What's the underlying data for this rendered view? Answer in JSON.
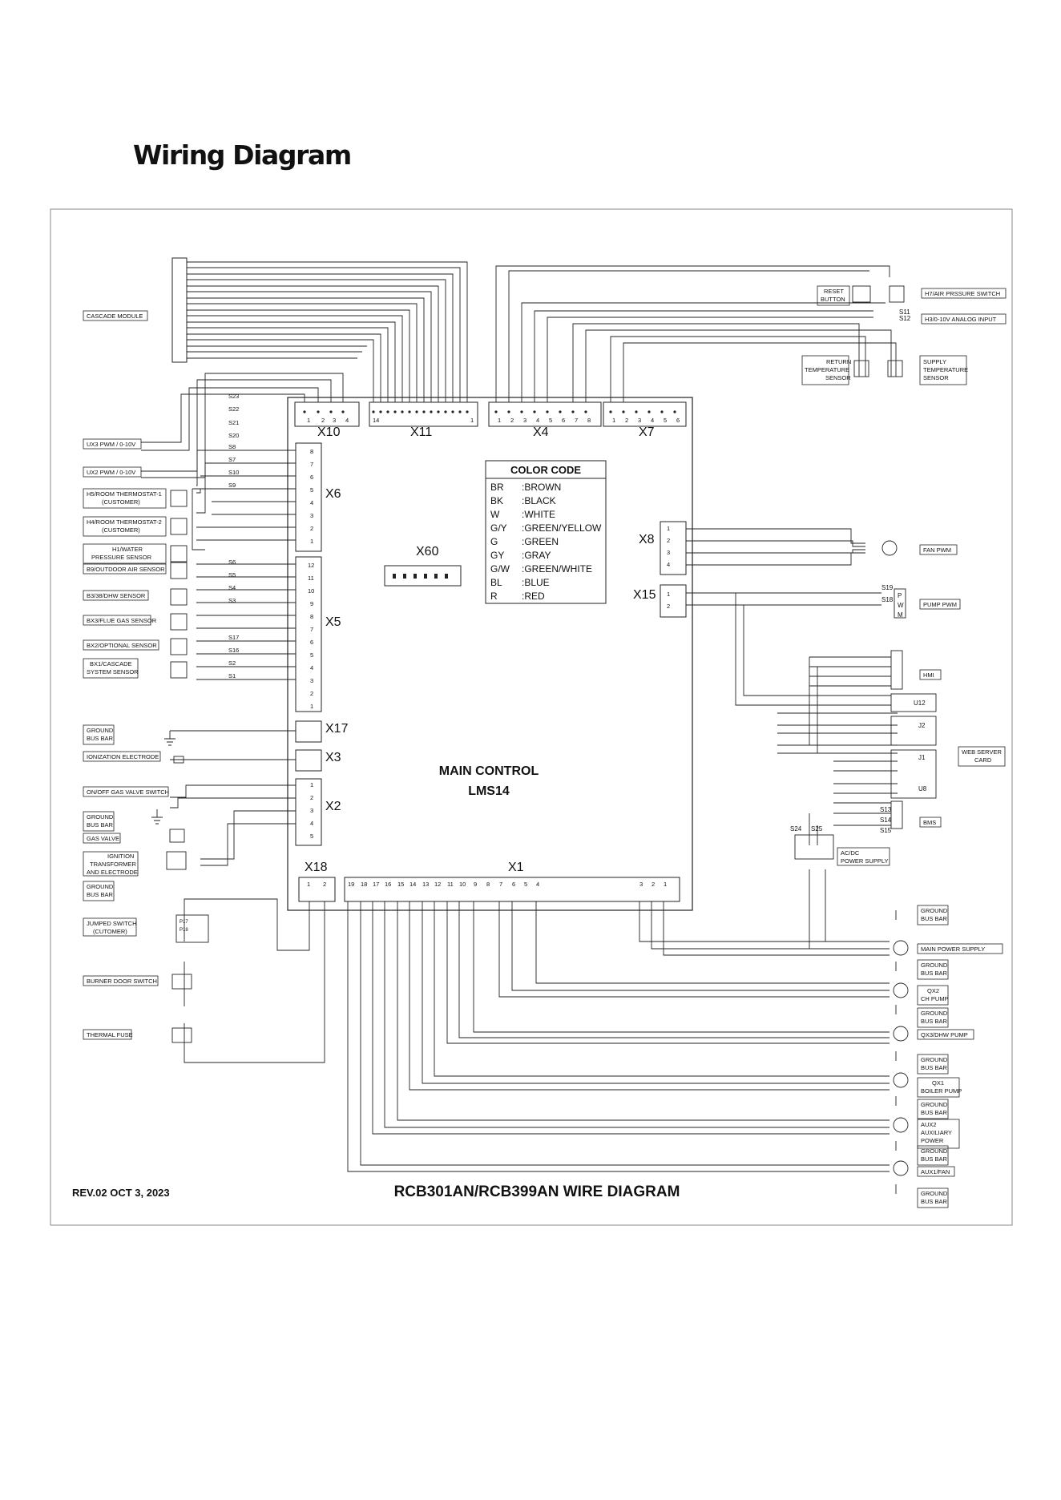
{
  "page": {
    "title": "Wiring Diagram"
  },
  "diagram": {
    "footer": {
      "revision": "REV.02 OCT 3, 2023",
      "title": "RCB301AN/RCB399AN WIRE DIAGRAM"
    },
    "main_control": {
      "line1": "MAIN CONTROL",
      "line2": "LMS14"
    },
    "connectors": {
      "x10": "X10",
      "x11": "X11",
      "x4": "X4",
      "x7": "X7",
      "x6": "X6",
      "x5": "X5",
      "x17": "X17",
      "x3": "X3",
      "x2": "X2",
      "x18": "X18",
      "x1": "X1",
      "x8": "X8",
      "x15": "X15",
      "x60": "X60"
    },
    "color_code": {
      "title": "COLOR CODE",
      "entries": [
        {
          "code": "BR",
          "name": ":BROWN"
        },
        {
          "code": "BK",
          "name": ":BLACK"
        },
        {
          "code": "W",
          "name": ":WHITE"
        },
        {
          "code": "G/Y",
          "name": ":GREEN/YELLOW"
        },
        {
          "code": "G",
          "name": ":GREEN"
        },
        {
          "code": "GY",
          "name": ":GRAY"
        },
        {
          "code": "G/W",
          "name": ":GREEN/WHITE"
        },
        {
          "code": "BL",
          "name": ":BLUE"
        },
        {
          "code": "R",
          "name": ":RED"
        }
      ]
    },
    "left_components": [
      {
        "id": "cascade-module",
        "lines": [
          "CASCADE MODULE"
        ]
      },
      {
        "id": "ux3",
        "lines": [
          "UX3 PWM / 0-10V"
        ]
      },
      {
        "id": "ux2",
        "lines": [
          "UX2 PWM / 0-10V"
        ]
      },
      {
        "id": "h5",
        "lines": [
          "H5/ROOM THERMOSTAT-1",
          "(CUSTOMER)"
        ]
      },
      {
        "id": "h4",
        "lines": [
          "H4/ROOM THERMOSTAT-2",
          "(CUSTOMER)"
        ]
      },
      {
        "id": "h1",
        "lines": [
          "H1/WATER",
          "PRESSURE SENSOR"
        ]
      },
      {
        "id": "b9",
        "lines": [
          "B9/OUTDOOR AIR SENSOR"
        ]
      },
      {
        "id": "b3",
        "lines": [
          "B3/38/DHW SENSOR"
        ]
      },
      {
        "id": "bx3",
        "lines": [
          "BX3/FLUE GAS SENSOR"
        ]
      },
      {
        "id": "bx2",
        "lines": [
          "BX2/OPTIONAL SENSOR"
        ]
      },
      {
        "id": "bx1",
        "lines": [
          "BX1/CASCADE",
          "SYSTEM SENSOR"
        ]
      },
      {
        "id": "ground-1",
        "lines": [
          "GROUND",
          "BUS BAR"
        ]
      },
      {
        "id": "ionization",
        "lines": [
          "IONIZATION ELECTRODE"
        ]
      },
      {
        "id": "gas-valve-switch",
        "lines": [
          "ON/OFF GAS VALVE SWITCH"
        ]
      },
      {
        "id": "ground-2",
        "lines": [
          "GROUND",
          "BUS BAR"
        ]
      },
      {
        "id": "gas-valve",
        "lines": [
          "GAS VALVE"
        ]
      },
      {
        "id": "ignition",
        "lines": [
          "IGNITION",
          "TRANSFORMER",
          "AND ELECTRODE"
        ]
      },
      {
        "id": "ground-3",
        "lines": [
          "GROUND",
          "BUS BAR"
        ]
      },
      {
        "id": "jumped-switch",
        "lines": [
          "JUMPED SWITCH",
          "(CUTOMER)"
        ]
      },
      {
        "id": "burner-door",
        "lines": [
          "BURNER DOOR SWITCH"
        ]
      },
      {
        "id": "thermal-fuse",
        "lines": [
          "THERMAL FUSE"
        ]
      }
    ],
    "right_components": [
      {
        "id": "reset-button",
        "lines": [
          "RESET",
          "BUTTON"
        ]
      },
      {
        "id": "h7",
        "lines": [
          "H7/AIR PRSSURE SWITCH"
        ]
      },
      {
        "id": "h3",
        "lines": [
          "H3/0-10V ANALOG INPUT"
        ]
      },
      {
        "id": "return-temp",
        "lines": [
          "RETURN",
          "TEMPERATURE",
          "SENSOR"
        ]
      },
      {
        "id": "supply-temp",
        "lines": [
          "SUPPLY",
          "TEMPERATURE",
          "SENSOR"
        ]
      },
      {
        "id": "fan-pwm",
        "lines": [
          "FAN PWM"
        ]
      },
      {
        "id": "pump-pwm",
        "lines": [
          "PUMP PWM"
        ]
      },
      {
        "id": "hmi",
        "lines": [
          "HMI"
        ]
      },
      {
        "id": "web-server",
        "lines": [
          "WEB SERVER",
          "CARD"
        ]
      },
      {
        "id": "bms",
        "lines": [
          "BMS"
        ]
      },
      {
        "id": "acdc",
        "lines": [
          "AC/DC",
          "POWER SUPPLY"
        ]
      },
      {
        "id": "ground-r1",
        "lines": [
          "GROUND",
          "BUS BAR"
        ]
      },
      {
        "id": "main-power",
        "lines": [
          "MAIN POWER SUPPLY"
        ]
      },
      {
        "id": "ground-r2",
        "lines": [
          "GROUND",
          "BUS BAR"
        ]
      },
      {
        "id": "qx2",
        "lines": [
          "QX2",
          "CH PUMP"
        ]
      },
      {
        "id": "ground-r3",
        "lines": [
          "GROUND",
          "BUS BAR"
        ]
      },
      {
        "id": "qx3",
        "lines": [
          "QX3/DHW PUMP"
        ]
      },
      {
        "id": "ground-r4",
        "lines": [
          "GROUND",
          "BUS BAR"
        ]
      },
      {
        "id": "qx1",
        "lines": [
          "QX1",
          "BOILER PUMP"
        ]
      },
      {
        "id": "ground-r5",
        "lines": [
          "GROUND",
          "BUS BAR"
        ]
      },
      {
        "id": "aux2",
        "lines": [
          "AUX2",
          "AUXILIARY",
          "POWER"
        ]
      },
      {
        "id": "ground-r6",
        "lines": [
          "GROUND",
          "BUS BAR"
        ]
      },
      {
        "id": "aux1",
        "lines": [
          "AUX1/FAN"
        ]
      },
      {
        "id": "ground-r7",
        "lines": [
          "GROUND",
          "BUS BAR"
        ]
      }
    ],
    "board_labels": {
      "u12": "U12",
      "j2": "J2",
      "j1": "J1",
      "u8": "U8",
      "p17": "P17",
      "p18": "P18",
      "s19": "S19",
      "s18": "S18",
      "s11": "S11",
      "s12": "S12",
      "s13": "S13",
      "s14": "S14",
      "s15": "S15",
      "s24": "S24",
      "s25": "S25",
      "pwm_letters": [
        "P",
        "W",
        "M"
      ]
    },
    "signal_labels": {
      "s23": "S23",
      "s22": "S22",
      "s21": "S21",
      "s20": "S20",
      "s8": "S8",
      "s7": "S7",
      "s10": "S10",
      "s9": "S9",
      "s6": "S6",
      "s5": "S5",
      "s4": "S4",
      "s3": "S3",
      "s17": "S17",
      "s16": "S16",
      "s2": "S2",
      "s1": "S1"
    },
    "pin_numbers": {
      "x10": [
        "1",
        "2",
        "3",
        "4"
      ],
      "x11": [
        "14",
        "1"
      ],
      "x4": [
        "1",
        "2",
        "3",
        "4",
        "5",
        "6",
        "7",
        "8"
      ],
      "x7": [
        "1",
        "2",
        "3",
        "4",
        "5",
        "6"
      ],
      "x6": [
        "8",
        "7",
        "6",
        "5",
        "4",
        "3",
        "2",
        "1"
      ],
      "x5": [
        "12",
        "11",
        "10",
        "9",
        "8",
        "7",
        "6",
        "5",
        "4",
        "3",
        "2",
        "1"
      ],
      "x2": [
        "1",
        "2",
        "3",
        "4",
        "5"
      ],
      "x18": [
        "1",
        "2"
      ],
      "x1": [
        "19",
        "18",
        "17",
        "16",
        "15",
        "14",
        "13",
        "12",
        "11",
        "10",
        "9",
        "8",
        "7",
        "6",
        "5",
        "4",
        "3",
        "2",
        "1"
      ],
      "x8": [
        "1",
        "2",
        "3",
        "4"
      ],
      "x15": [
        "1",
        "2"
      ]
    }
  }
}
